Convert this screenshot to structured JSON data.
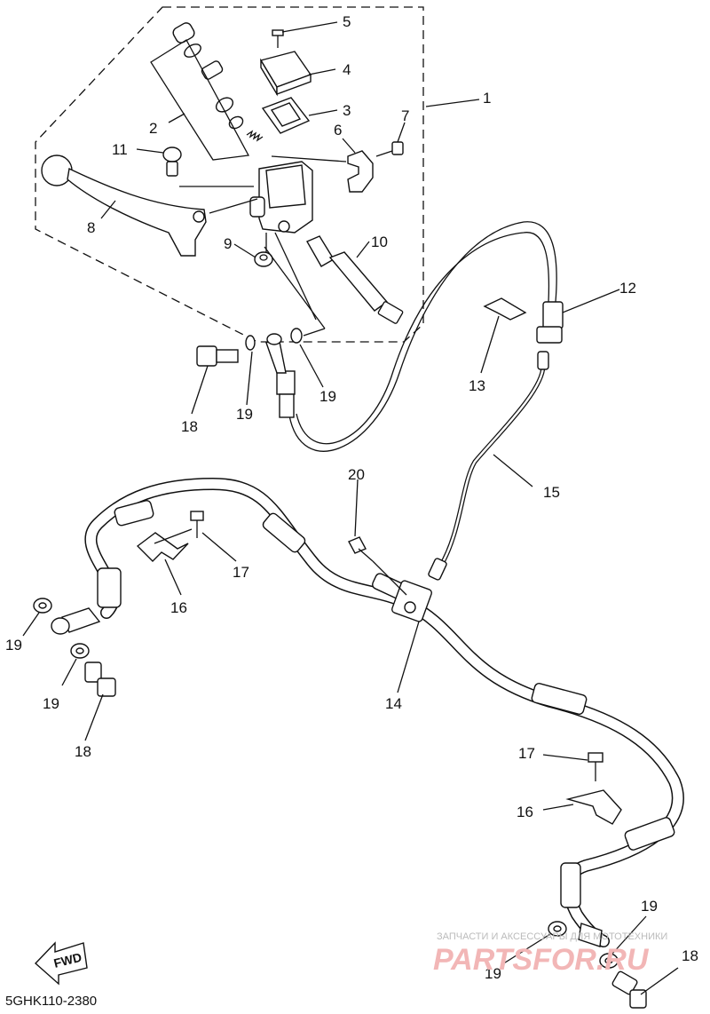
{
  "diagram": {
    "code": "5GHK110-2380",
    "fwd_label": "FWD",
    "watermark": {
      "line1": "ЗАПЧАСТИ И АКСЕССУАРЫ ДЛЯ МОТОТЕХНИКИ",
      "line2": "PARTSFOR.RU"
    },
    "callouts": {
      "c1": "1",
      "c2": "2",
      "c3": "3",
      "c4": "4",
      "c5": "5",
      "c6": "6",
      "c7": "7",
      "c8": "8",
      "c9": "9",
      "c10": "10",
      "c11": "11",
      "c12": "12",
      "c13": "13",
      "c14": "14",
      "c15": "15",
      "c16a": "16",
      "c16b": "16",
      "c17a": "17",
      "c17b": "17",
      "c18a": "18",
      "c18b": "18",
      "c18c": "18",
      "c19a": "19",
      "c19b": "19",
      "c19c": "19",
      "c19d": "19",
      "c19e": "19",
      "c19f": "19",
      "c20": "20"
    }
  }
}
